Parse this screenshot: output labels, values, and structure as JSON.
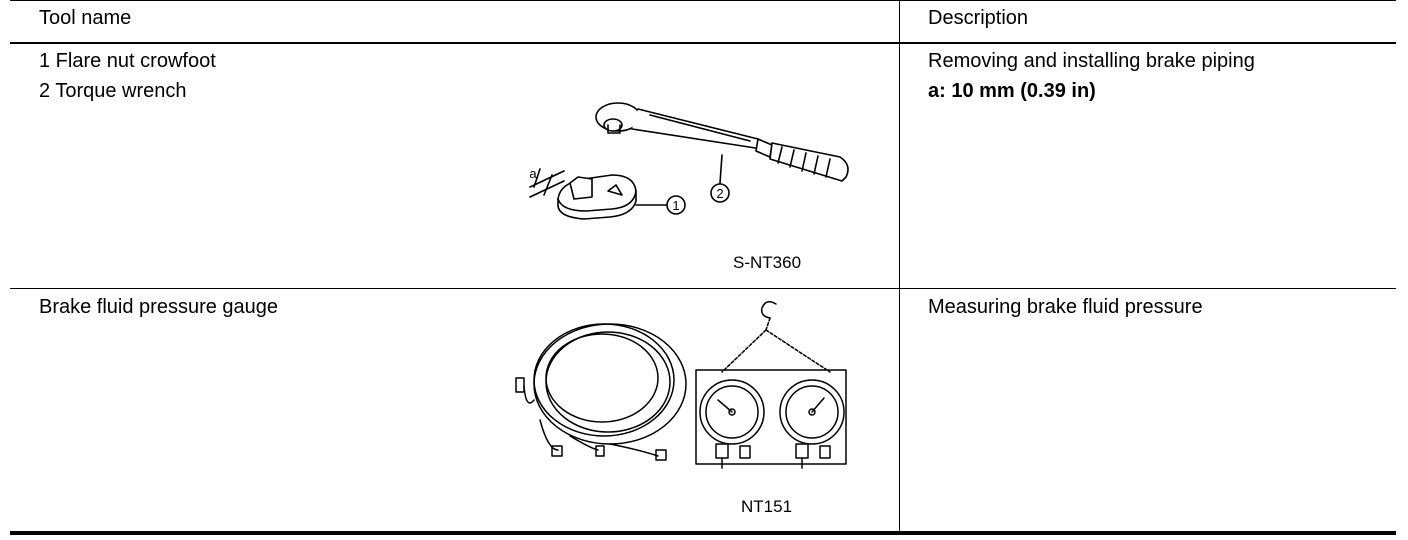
{
  "header": {
    "tool_name": "Tool name",
    "description": "Description"
  },
  "rows": [
    {
      "tool_lines": [
        "1 Flare nut crowfoot",
        "2 Torque wrench"
      ],
      "description_lines": [
        "Removing and installing brake piping",
        "a: 10 mm (0.39 in)"
      ],
      "figure": {
        "code": "S-NT360",
        "callouts": [
          "1",
          "2",
          "a"
        ]
      }
    },
    {
      "tool_lines": [
        "Brake fluid pressure gauge"
      ],
      "description_lines": [
        "Measuring brake fluid pressure"
      ],
      "figure": {
        "code": "NT151"
      }
    }
  ]
}
